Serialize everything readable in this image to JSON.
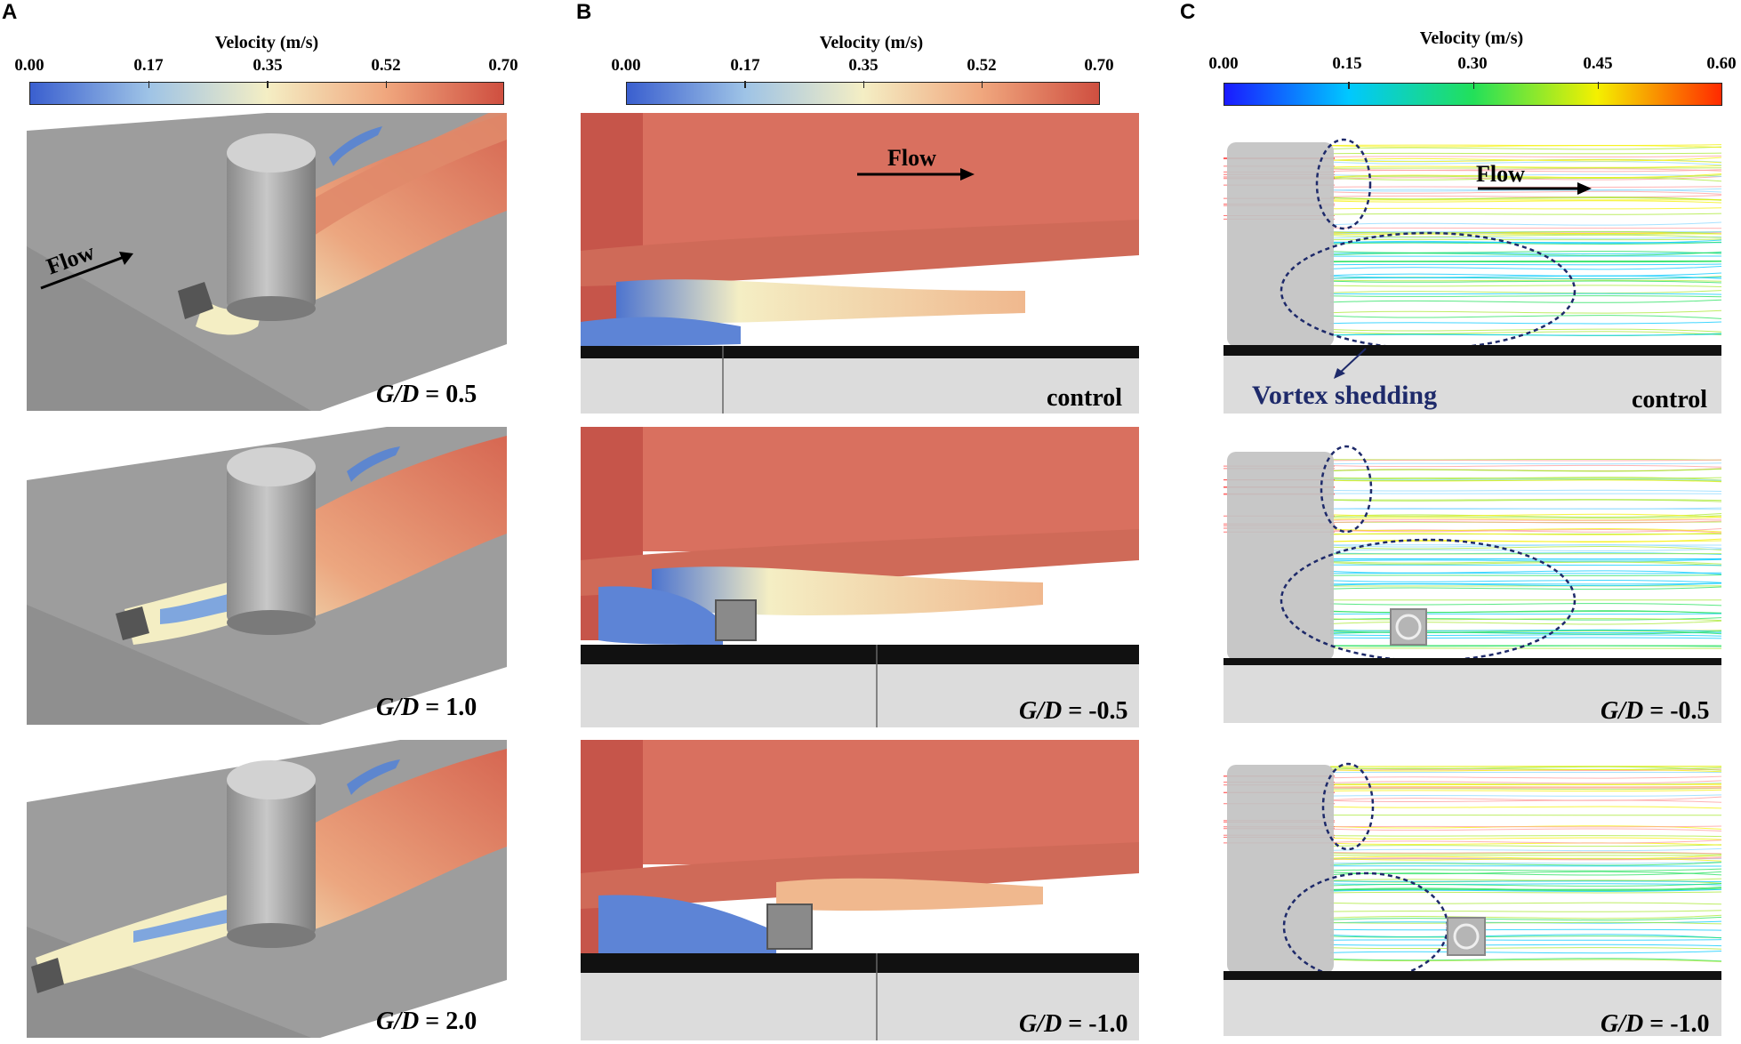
{
  "panels": {
    "A": {
      "letter": "A",
      "colorbar": {
        "title": "Velocity (m/s)",
        "ticks": [
          "0.00",
          "0.17",
          "0.35",
          "0.52",
          "0.70"
        ],
        "colors": [
          "#3a5fcf",
          "#9ec3e6",
          "#f4eec4",
          "#f0a77e",
          "#cf4f40"
        ]
      },
      "flow": "Flow",
      "cases": [
        "0.5",
        "1.0",
        "2.0"
      ]
    },
    "B": {
      "letter": "B",
      "colorbar": {
        "title": "Velocity (m/s)",
        "ticks": [
          "0.00",
          "0.17",
          "0.35",
          "0.52",
          "0.70"
        ],
        "colors": [
          "#3a5fcf",
          "#9ec3e6",
          "#f4eec4",
          "#f0a77e",
          "#cf4f40"
        ]
      },
      "flow": "Flow",
      "cases": [
        "control",
        "-0.5",
        "-1.0"
      ]
    },
    "C": {
      "letter": "C",
      "colorbar": {
        "title": "Velocity (m/s)",
        "ticks": [
          "0.00",
          "0.15",
          "0.30",
          "0.45",
          "0.60"
        ],
        "colors": [
          "#1a1aff",
          "#00c8ff",
          "#22e05a",
          "#f4f000",
          "#ff2a00"
        ]
      },
      "flow": "Flow",
      "vortex": "Vortex shedding",
      "cases": [
        "control",
        "-0.5",
        "-1.0"
      ]
    }
  },
  "gd_prefix": "G/D",
  "eq": " = "
}
